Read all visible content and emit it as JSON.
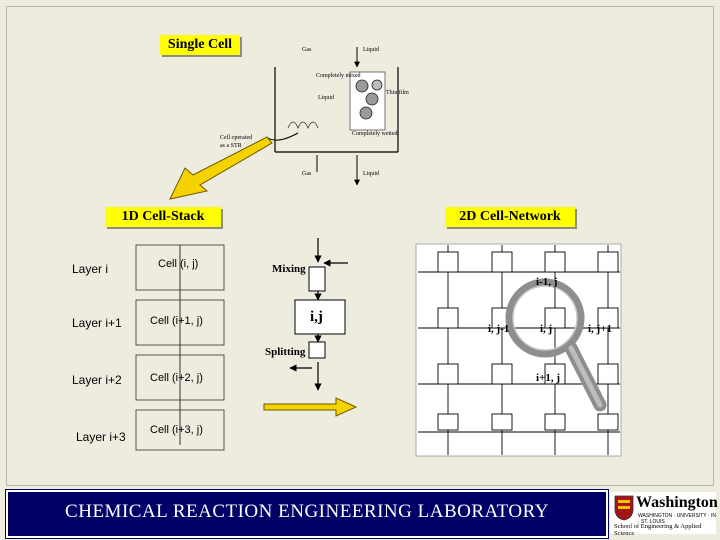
{
  "labels": {
    "single_cell": "Single Cell",
    "cell_stack": "1D Cell-Stack",
    "cell_network": "2D Cell-Network"
  },
  "layers": [
    "Layer i",
    "Layer i+1",
    "Layer i+2",
    "Layer i+3"
  ],
  "cells": [
    "Cell (i, j)",
    "Cell (i+1, j)",
    "Cell (i+2, j)",
    "Cell (i+3, j)"
  ],
  "flow": {
    "mixing": "Mixing",
    "center": "i,j",
    "splitting": "Splitting"
  },
  "network": {
    "top": "i-1, j",
    "left": "i, j-1",
    "center": "i, j",
    "right": "i, j+1",
    "bottom": "i+1, j"
  },
  "schematic": {
    "gas_top": "Gas",
    "liquid_top": "Liquid",
    "completely_mixed": "Completely mixed",
    "liquid_label": "Liquid",
    "thin_film": "Thin film",
    "completely_wetted": "Completely wetted",
    "cell_note_line1": "Cell operated",
    "cell_note_line2": "as a STR",
    "gas_bottom": "Gas",
    "liquid_bottom": "Liquid"
  },
  "banner": {
    "title": "CHEMICAL  REACTION  ENGINEERING  LABORATORY"
  },
  "logo": {
    "name": "Washington",
    "sub1": "WASHINGTON · UNIVERSITY · IN · ST. LOUIS",
    "sub2": "School of Engineering & Applied Science"
  },
  "colors": {
    "background": "#eeebdf",
    "label_fill": "#ffff00",
    "banner": "#000066",
    "arrow_yellow": "#f5d200",
    "magnifier_frame": "#8e8e8e",
    "grid_panel": "#ffffff"
  }
}
